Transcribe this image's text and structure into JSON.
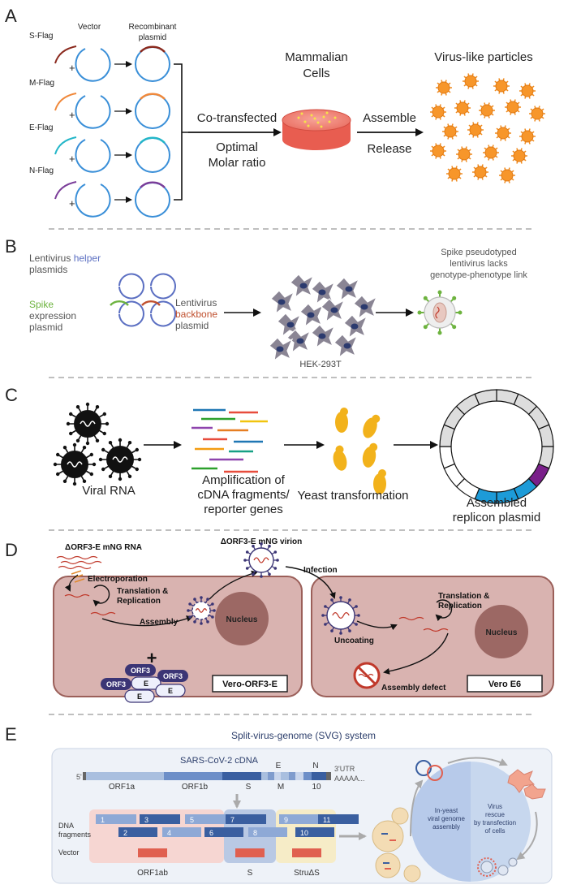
{
  "panels": {
    "a": {
      "letter": "A",
      "vector": "Vector",
      "recombinant": [
        "Recombinant",
        "plasmid"
      ],
      "genes": [
        {
          "label": "S-Flag",
          "color": "#8b2a1e"
        },
        {
          "label": "M-Flag",
          "color": "#f0883a"
        },
        {
          "label": "E-Flag",
          "color": "#23b6c8"
        },
        {
          "label": "N-Flag",
          "color": "#7b3d99"
        }
      ],
      "plus": "+",
      "cotransfected": "Co-transfected",
      "optimal": [
        "Optimal",
        "Molar ratio"
      ],
      "mammalian": [
        "Mammalian",
        "Cells"
      ],
      "assemble": "Assemble",
      "release": "Release",
      "vlp": "Virus-like particles"
    },
    "b": {
      "letter": "B",
      "helper": [
        "Lentivirus ",
        "helper",
        "plasmids"
      ],
      "spike": [
        "Spike",
        "expression",
        "plasmid"
      ],
      "backbone": [
        "Lentivirus",
        "backbone",
        "plasmid"
      ],
      "hek": "HEK-293T",
      "pseudo": [
        "Spike pseudotyped",
        "lentivirus lacks",
        "genotype-phenotype link"
      ],
      "colors": {
        "helper": "#5b6fc2",
        "spike": "#6db33f",
        "backbone": "#c0502e"
      }
    },
    "c": {
      "letter": "C",
      "viral": "Viral RNA",
      "amp": [
        "Amplification of",
        "cDNA fragments/",
        "reporter genes"
      ],
      "yeast": "Yeast transformation",
      "assembled": [
        "Assembled",
        "replicon plasmid"
      ]
    },
    "d": {
      "letter": "D",
      "rna": "ΔORF3-E mNG RNA",
      "electro": "Electroporation",
      "tr1": [
        "Translation &",
        "Replication"
      ],
      "assembly": "Assembly",
      "virion": "ΔORF3-E mNG virion",
      "infection": "Infection",
      "nucleus": "Nucleus",
      "uncoating": "Uncoating",
      "tr2": [
        "Translation &",
        "Replication"
      ],
      "defect": "Assembly defect",
      "cell1": "Vero-ORF3-E",
      "cell2": "Vero E6",
      "orf3": "ORF3",
      "e": "E",
      "plus": "+"
    },
    "e": {
      "letter": "E",
      "title": "Split-virus-genome (SVG) system",
      "cdna": "SARS-CoV-2 cDNA",
      "five": "5'",
      "three": "3'UTR",
      "polya": "AAAAA...",
      "genes": [
        "ORF1a",
        "ORF1b",
        "S",
        "M",
        "10",
        "E",
        "N"
      ],
      "dna": [
        "DNA",
        "fragments"
      ],
      "vector": "Vector",
      "frag_top": [
        "1",
        "3",
        "5",
        "7",
        "9",
        "11"
      ],
      "frag_bottom": [
        "2",
        "4",
        "6",
        "8",
        "10"
      ],
      "regions": [
        "ORF1ab",
        "S",
        "StruΔS"
      ],
      "inyeast": [
        "In-yeast",
        "viral genome",
        "assembly"
      ],
      "rescue": [
        "Virus",
        "rescue",
        "by transfection",
        "of cells"
      ]
    }
  }
}
